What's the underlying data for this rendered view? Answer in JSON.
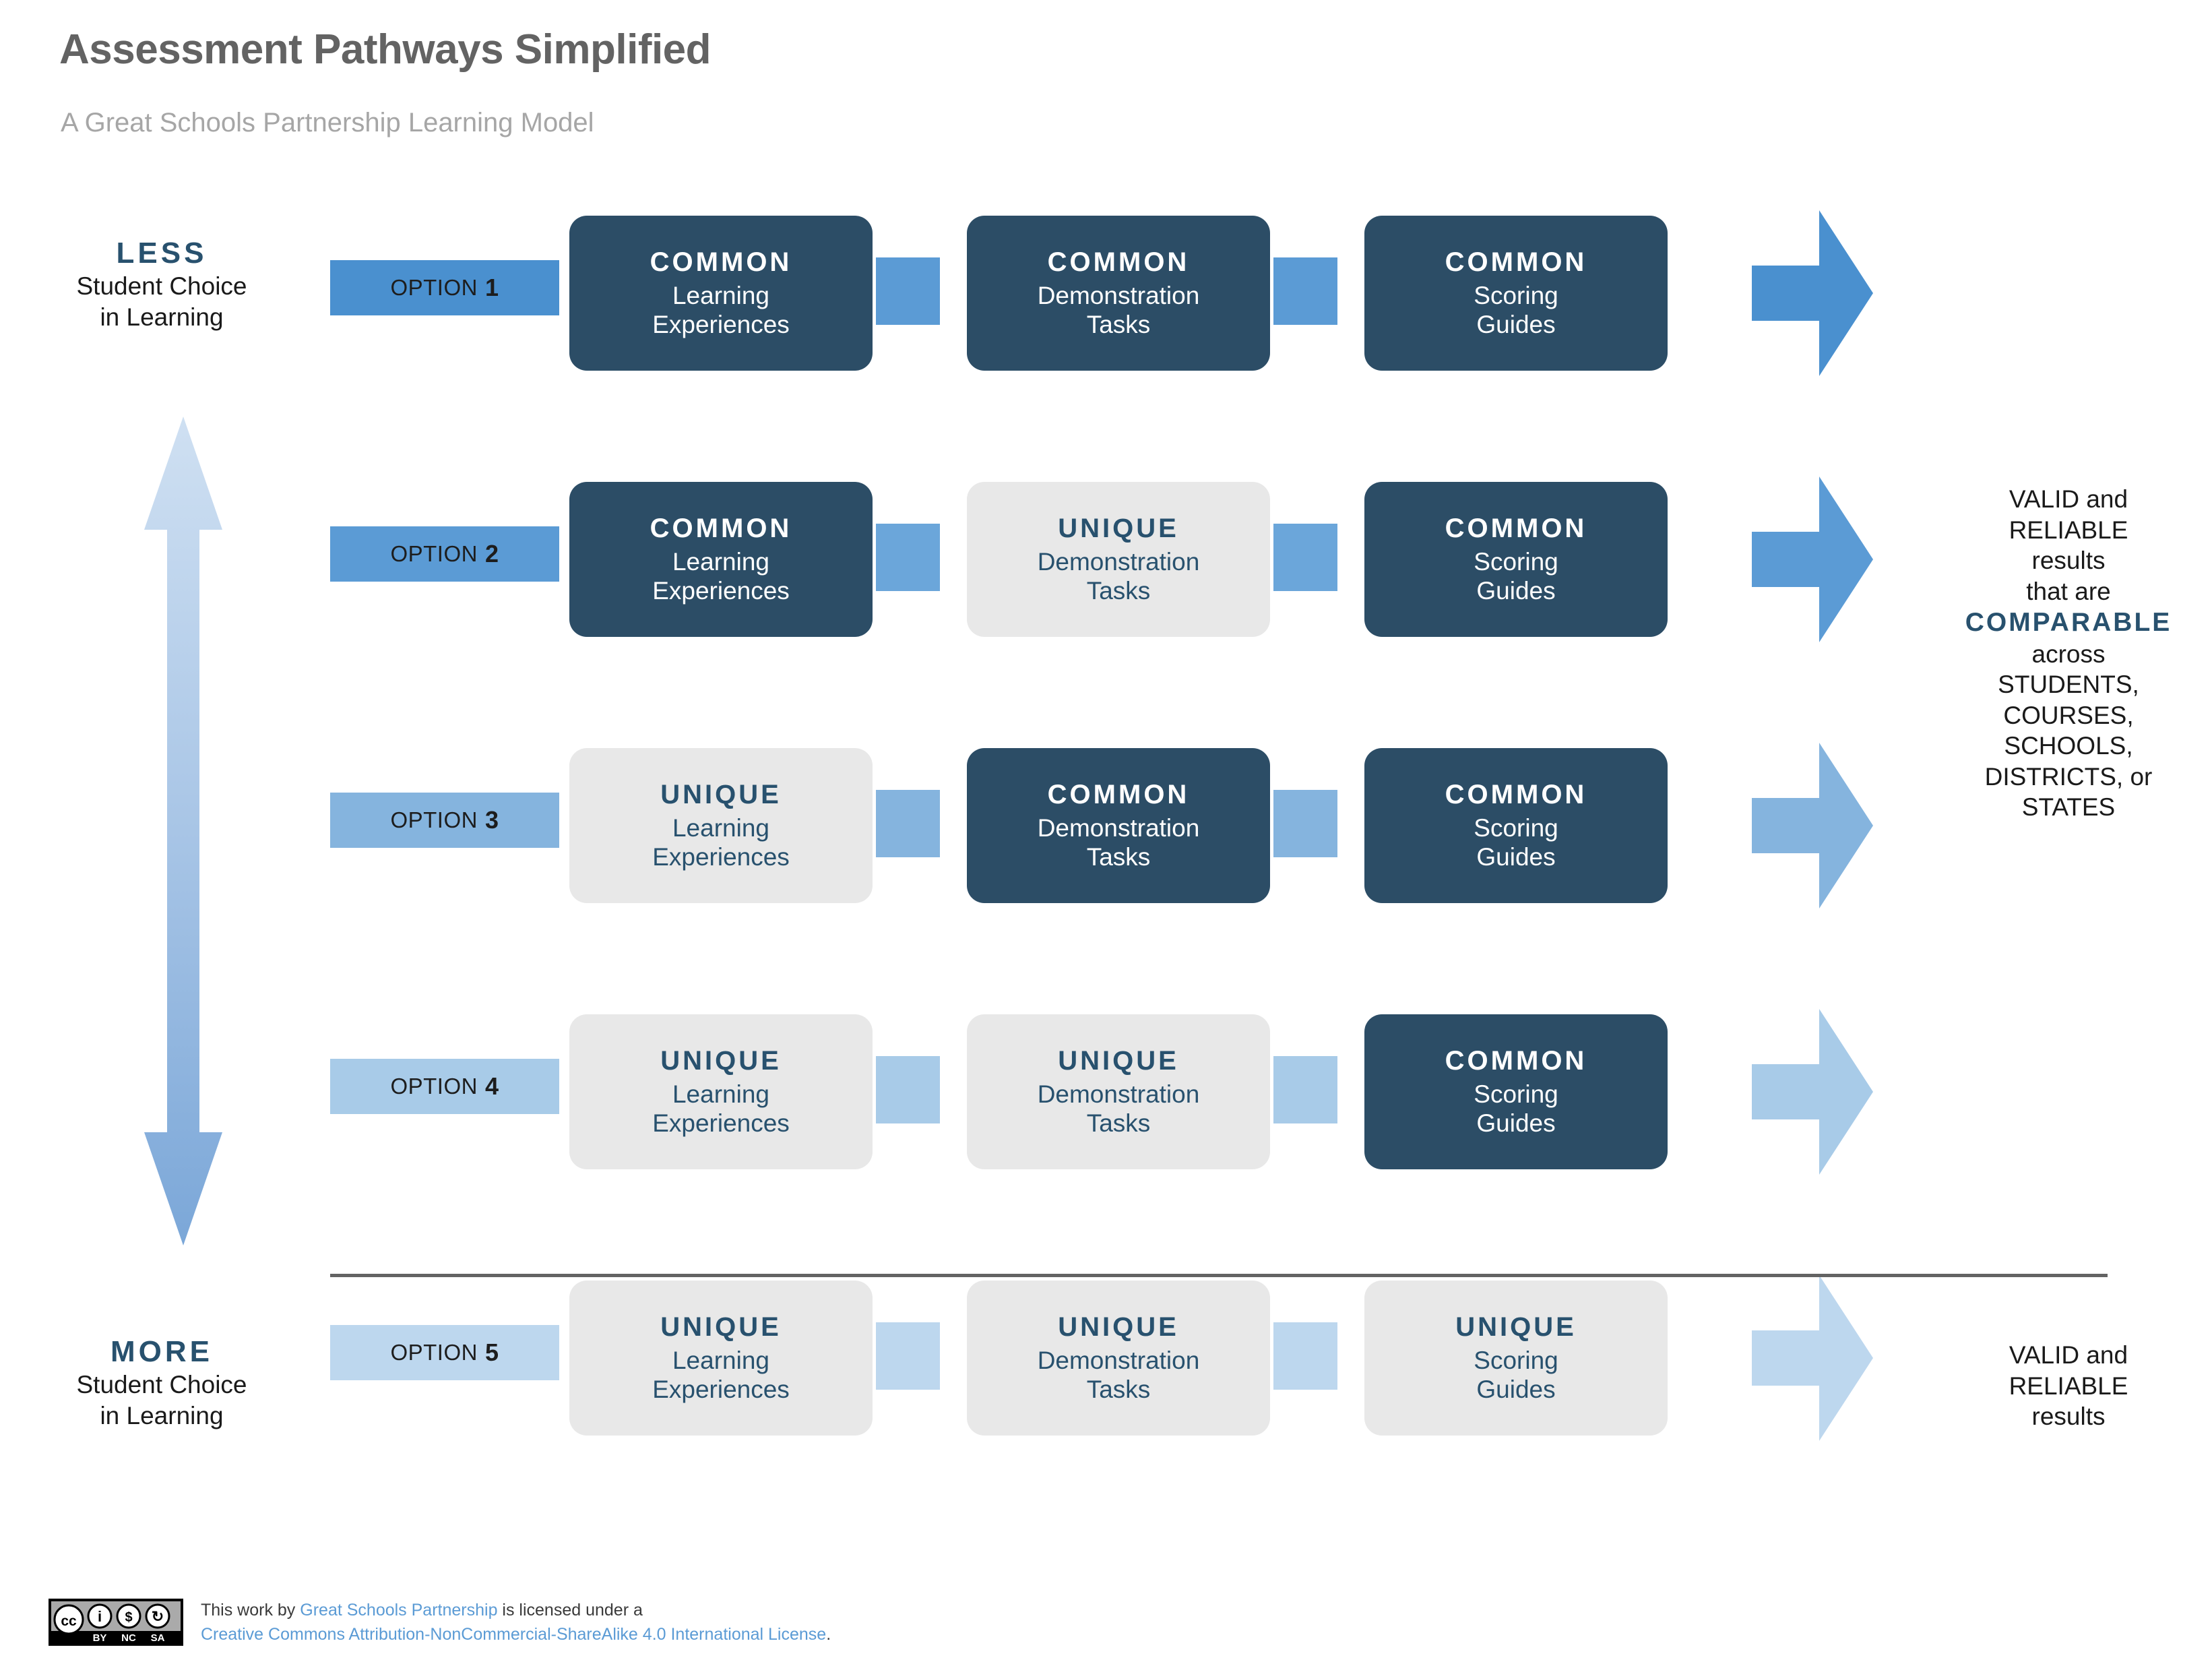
{
  "header": {
    "title": "Assessment Pathways Simplified",
    "subtitle": "A Great Schools Partnership Learning Model"
  },
  "axis": {
    "top_label": {
      "emphasis": "LESS",
      "line1": "Student Choice",
      "line2": "in Learning"
    },
    "bottom_label": {
      "emphasis": "MORE",
      "line1": "Student Choice",
      "line2": "in Learning"
    },
    "arrow_icon": "double-headed-vertical-arrow"
  },
  "colors": {
    "navy": "#2c4d66",
    "navy_text": "#28516e",
    "gray_box": "#e8e8e8",
    "blue_1": "#4a90cf",
    "blue_2": "#5b9bd5",
    "blue_3": "#85b4de",
    "blue_4": "#a8cbe8",
    "blue_5": "#bdd7ee",
    "title_gray": "#636363",
    "subtitle_gray": "#a6a6a6",
    "link_blue": "#5b9bd5"
  },
  "rows": [
    {
      "option_label": "OPTION",
      "option_number": "1",
      "bar_color": "#4a90cf",
      "connector_color": "#5b9bd5",
      "arrow_color": "#4a90cf",
      "stages": [
        {
          "kind": "COMMON",
          "desc_line1": "Learning",
          "desc_line2": "Experiences",
          "style": "common"
        },
        {
          "kind": "COMMON",
          "desc_line1": "Demonstration",
          "desc_line2": "Tasks",
          "style": "common"
        },
        {
          "kind": "COMMON",
          "desc_line1": "Scoring",
          "desc_line2": "Guides",
          "style": "common"
        }
      ]
    },
    {
      "option_label": "OPTION",
      "option_number": "2",
      "bar_color": "#5b9bd5",
      "connector_color": "#6ba6da",
      "arrow_color": "#5b9bd5",
      "stages": [
        {
          "kind": "COMMON",
          "desc_line1": "Learning",
          "desc_line2": "Experiences",
          "style": "common"
        },
        {
          "kind": "UNIQUE",
          "desc_line1": "Demonstration",
          "desc_line2": "Tasks",
          "style": "unique"
        },
        {
          "kind": "COMMON",
          "desc_line1": "Scoring",
          "desc_line2": "Guides",
          "style": "common"
        }
      ]
    },
    {
      "option_label": "OPTION",
      "option_number": "3",
      "bar_color": "#85b4de",
      "connector_color": "#85b4de",
      "arrow_color": "#85b4de",
      "stages": [
        {
          "kind": "UNIQUE",
          "desc_line1": "Learning",
          "desc_line2": "Experiences",
          "style": "unique"
        },
        {
          "kind": "COMMON",
          "desc_line1": "Demonstration",
          "desc_line2": "Tasks",
          "style": "common"
        },
        {
          "kind": "COMMON",
          "desc_line1": "Scoring",
          "desc_line2": "Guides",
          "style": "common"
        }
      ]
    },
    {
      "option_label": "OPTION",
      "option_number": "4",
      "bar_color": "#a8cbe8",
      "connector_color": "#a8cbe8",
      "arrow_color": "#a8cbe8",
      "stages": [
        {
          "kind": "UNIQUE",
          "desc_line1": "Learning",
          "desc_line2": "Experiences",
          "style": "unique"
        },
        {
          "kind": "UNIQUE",
          "desc_line1": "Demonstration",
          "desc_line2": "Tasks",
          "style": "unique"
        },
        {
          "kind": "COMMON",
          "desc_line1": "Scoring",
          "desc_line2": "Guides",
          "style": "common"
        }
      ]
    },
    {
      "option_label": "OPTION",
      "option_number": "5",
      "bar_color": "#bdd7ee",
      "connector_color": "#bdd7ee",
      "arrow_color": "#bdd7ee",
      "stages": [
        {
          "kind": "UNIQUE",
          "desc_line1": "Learning",
          "desc_line2": "Experiences",
          "style": "unique"
        },
        {
          "kind": "UNIQUE",
          "desc_line1": "Demonstration",
          "desc_line2": "Tasks",
          "style": "unique"
        },
        {
          "kind": "UNIQUE",
          "desc_line1": "Scoring",
          "desc_line2": "Guides",
          "style": "unique"
        }
      ]
    }
  ],
  "results": {
    "top": {
      "l1": "VALID and",
      "l2": "RELIABLE",
      "l3": "results",
      "l4": "that are",
      "highlight": "COMPARABLE",
      "l5": "across",
      "l6": "STUDENTS,",
      "l7": "COURSES,",
      "l8": "SCHOOLS,",
      "l9": "DISTRICTS, or",
      "l10": "STATES"
    },
    "bottom": {
      "l1": "VALID and",
      "l2": "RELIABLE",
      "l3": "results"
    }
  },
  "footer": {
    "badge_icon": "creative-commons-by-nc-sa-badge",
    "badge_marks": {
      "cc": "cc",
      "by": "BY",
      "nc": "NC",
      "sa": "SA"
    },
    "line1_a": "This work by ",
    "line1_link": "Great Schools Partnership",
    "line1_b": " is licensed under a",
    "line2_link": "Creative Commons Attribution-NonCommercial-ShareAlike 4.0 International License",
    "line2_end": "."
  }
}
